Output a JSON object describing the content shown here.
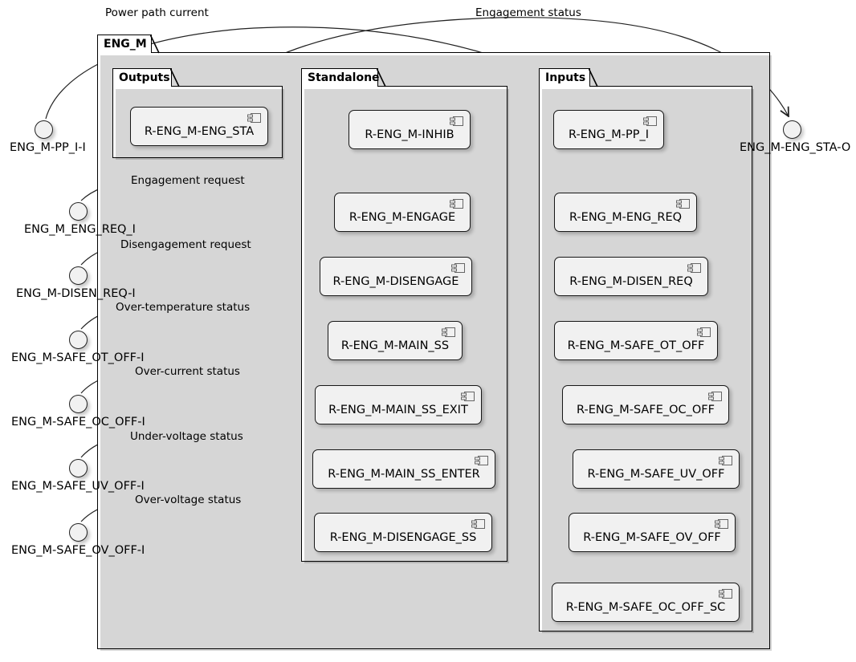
{
  "diagram": {
    "type": "uml-component-diagram",
    "title": "ENG_M",
    "root_package_label": "ENG_M"
  },
  "packages": [
    {
      "id": "outputs",
      "label": "Outputs"
    },
    {
      "id": "standalone",
      "label": "Standalone"
    },
    {
      "id": "inputs",
      "label": "Inputs"
    }
  ],
  "components": {
    "outputs": [
      {
        "label": "R-ENG_M-ENG_STA",
        "icon": "component-icon"
      }
    ],
    "standalone": [
      {
        "label": "R-ENG_M-INHIB",
        "icon": "component-icon"
      },
      {
        "label": "R-ENG_M-ENGAGE",
        "icon": "component-icon"
      },
      {
        "label": "R-ENG_M-DISENGAGE",
        "icon": "component-icon"
      },
      {
        "label": "R-ENG_M-MAIN_SS",
        "icon": "component-icon"
      },
      {
        "label": "R-ENG_M-MAIN_SS_EXIT",
        "icon": "component-icon"
      },
      {
        "label": "R-ENG_M-MAIN_SS_ENTER",
        "icon": "component-icon"
      },
      {
        "label": "R-ENG_M-DISENGAGE_SS",
        "icon": "component-icon"
      }
    ],
    "inputs": [
      {
        "label": "R-ENG_M-PP_I",
        "icon": "component-icon"
      },
      {
        "label": "R-ENG_M-ENG_REQ",
        "icon": "component-icon"
      },
      {
        "label": "R-ENG_M-DISEN_REQ",
        "icon": "component-icon"
      },
      {
        "label": "R-ENG_M-SAFE_OT_OFF",
        "icon": "component-icon"
      },
      {
        "label": "R-ENG_M-SAFE_OC_OFF",
        "icon": "component-icon"
      },
      {
        "label": "R-ENG_M-SAFE_UV_OFF",
        "icon": "component-icon"
      },
      {
        "label": "R-ENG_M-SAFE_OV_OFF",
        "icon": "component-icon"
      },
      {
        "label": "R-ENG_M-SAFE_OC_OFF_SC",
        "icon": "component-icon"
      }
    ]
  },
  "ports": [
    {
      "id": "pp_i_i",
      "label": "ENG_M-PP_I-I",
      "side": "left"
    },
    {
      "id": "eng_req_i",
      "label": "ENG_M_ENG_REQ_I",
      "side": "left"
    },
    {
      "id": "disen_req_i",
      "label": "ENG_M-DISEN_REQ-I",
      "side": "left"
    },
    {
      "id": "safe_ot_off_i",
      "label": "ENG_M-SAFE_OT_OFF-I",
      "side": "left"
    },
    {
      "id": "safe_oc_off_i",
      "label": "ENG_M-SAFE_OC_OFF-I",
      "side": "left"
    },
    {
      "id": "safe_uv_off_i",
      "label": "ENG_M-SAFE_UV_OFF-I",
      "side": "left"
    },
    {
      "id": "safe_ov_off_i",
      "label": "ENG_M-SAFE_OV_OFF-I",
      "side": "left"
    },
    {
      "id": "eng_sta_o",
      "label": "ENG_M-ENG_STA-O",
      "side": "right"
    }
  ],
  "edges": [
    {
      "id": "e_pp",
      "label": "Power path current",
      "from": "ENG_M-PP_I-I",
      "to": "R-ENG_M-PP_I"
    },
    {
      "id": "e_sta",
      "label": "Engagement status",
      "from": "R-ENG_M-ENG_STA",
      "to": "ENG_M-ENG_STA-O"
    },
    {
      "id": "e_engreq",
      "label": "Engagement request",
      "from": "ENG_M_ENG_REQ_I",
      "to": "R-ENG_M-ENG_REQ"
    },
    {
      "id": "e_disreq",
      "label": "Disengagement request",
      "from": "ENG_M-DISEN_REQ-I",
      "to": "R-ENG_M-DISEN_REQ"
    },
    {
      "id": "e_ot",
      "label": "Over-temperature status",
      "from": "ENG_M-SAFE_OT_OFF-I",
      "to": "R-ENG_M-SAFE_OT_OFF"
    },
    {
      "id": "e_oc",
      "label": "Over-current status",
      "from": "ENG_M-SAFE_OC_OFF-I",
      "to": "R-ENG_M-SAFE_OC_OFF"
    },
    {
      "id": "e_uv",
      "label": "Under-voltage status",
      "from": "ENG_M-SAFE_UV_OFF-I",
      "to": "R-ENG_M-SAFE_UV_OFF"
    },
    {
      "id": "e_ov",
      "label": "Over-voltage status",
      "from": "ENG_M-SAFE_OV_OFF-I",
      "to": "R-ENG_M-SAFE_OV_OFF"
    }
  ],
  "colors": {
    "background": "#FFFFFF",
    "component_fill": "#F1F1F1",
    "component_border": "#181818",
    "frame_border": "#000000",
    "edge_stroke": "#222222",
    "text": "#000000"
  }
}
